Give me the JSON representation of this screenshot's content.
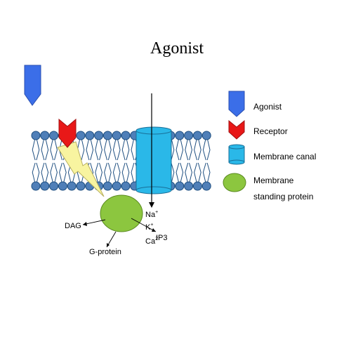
{
  "title": "Agonist",
  "legend": {
    "agonist": "Agonist",
    "receptor": "Receptor",
    "canal": "Membrane canal",
    "protein_line1": "Membrane",
    "protein_line2": "standing protein"
  },
  "labels": {
    "dag": "DAG",
    "g_protein": "G-protein",
    "na": "Na",
    "na_sup": "+",
    "k": "K",
    "k_sup": "+",
    "ca": "Ca",
    "ca_sup": "2",
    "ip3": "IP3"
  },
  "colors": {
    "agonist": "#3b6ee8",
    "receptor": "#e81818",
    "canal": "#2ab8e8",
    "protein": "#8cc63f",
    "lipid_head": "#4f7fb8",
    "lipid_tail": "#1f4f80",
    "bolt": "#f8f4a0"
  },
  "membrane": {
    "lipid_count": 20
  }
}
